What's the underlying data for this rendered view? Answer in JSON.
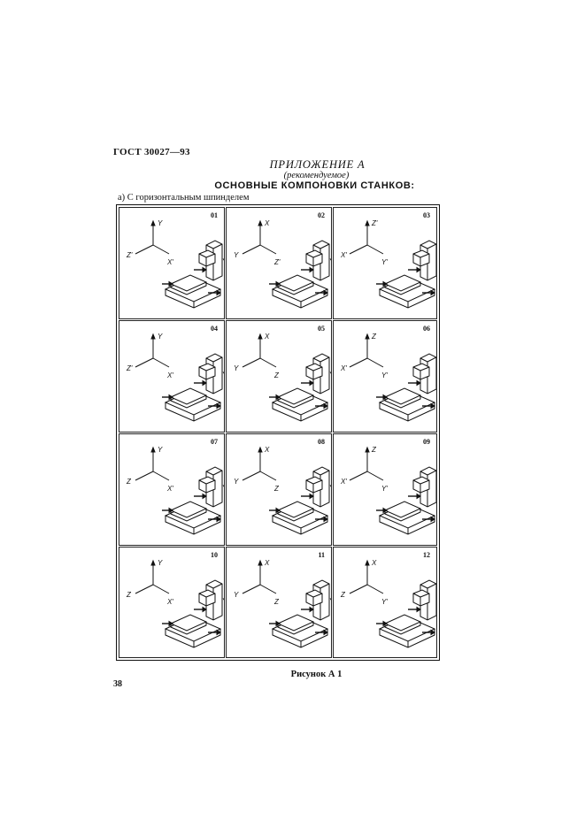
{
  "header": {
    "standard": "ГОСТ 30027—93"
  },
  "appendix": {
    "title": "ПРИЛОЖЕНИЕ А",
    "status": "(рекомендуемое)"
  },
  "section": {
    "title": "ОСНОВНЫЕ КОМПОНОВКИ СТАНКОВ:",
    "subtitle": "а) С горизонтальным шпинделем"
  },
  "figures": [
    {
      "number": "01",
      "axes": [
        "Y",
        "Z'",
        "X'"
      ]
    },
    {
      "number": "02",
      "axes": [
        "X",
        "Y",
        "Z'"
      ]
    },
    {
      "number": "03",
      "axes": [
        "Z'",
        "X'",
        "Y'"
      ]
    },
    {
      "number": "04",
      "axes": [
        "Y",
        "Z'",
        "X'"
      ]
    },
    {
      "number": "05",
      "axes": [
        "X",
        "Y",
        "Z"
      ]
    },
    {
      "number": "06",
      "axes": [
        "Z",
        "X'",
        "Y'"
      ]
    },
    {
      "number": "07",
      "axes": [
        "Y",
        "Z",
        "X'"
      ]
    },
    {
      "number": "08",
      "axes": [
        "X",
        "Y",
        "Z"
      ]
    },
    {
      "number": "09",
      "axes": [
        "Z",
        "X'",
        "Y'"
      ]
    },
    {
      "number": "10",
      "axes": [
        "Y",
        "Z",
        "X'"
      ]
    },
    {
      "number": "11",
      "axes": [
        "X",
        "Y",
        "Z"
      ]
    },
    {
      "number": "12",
      "axes": [
        "X",
        "Z",
        "Y'"
      ]
    }
  ],
  "caption": "Рисунок А 1",
  "page_number": "38"
}
